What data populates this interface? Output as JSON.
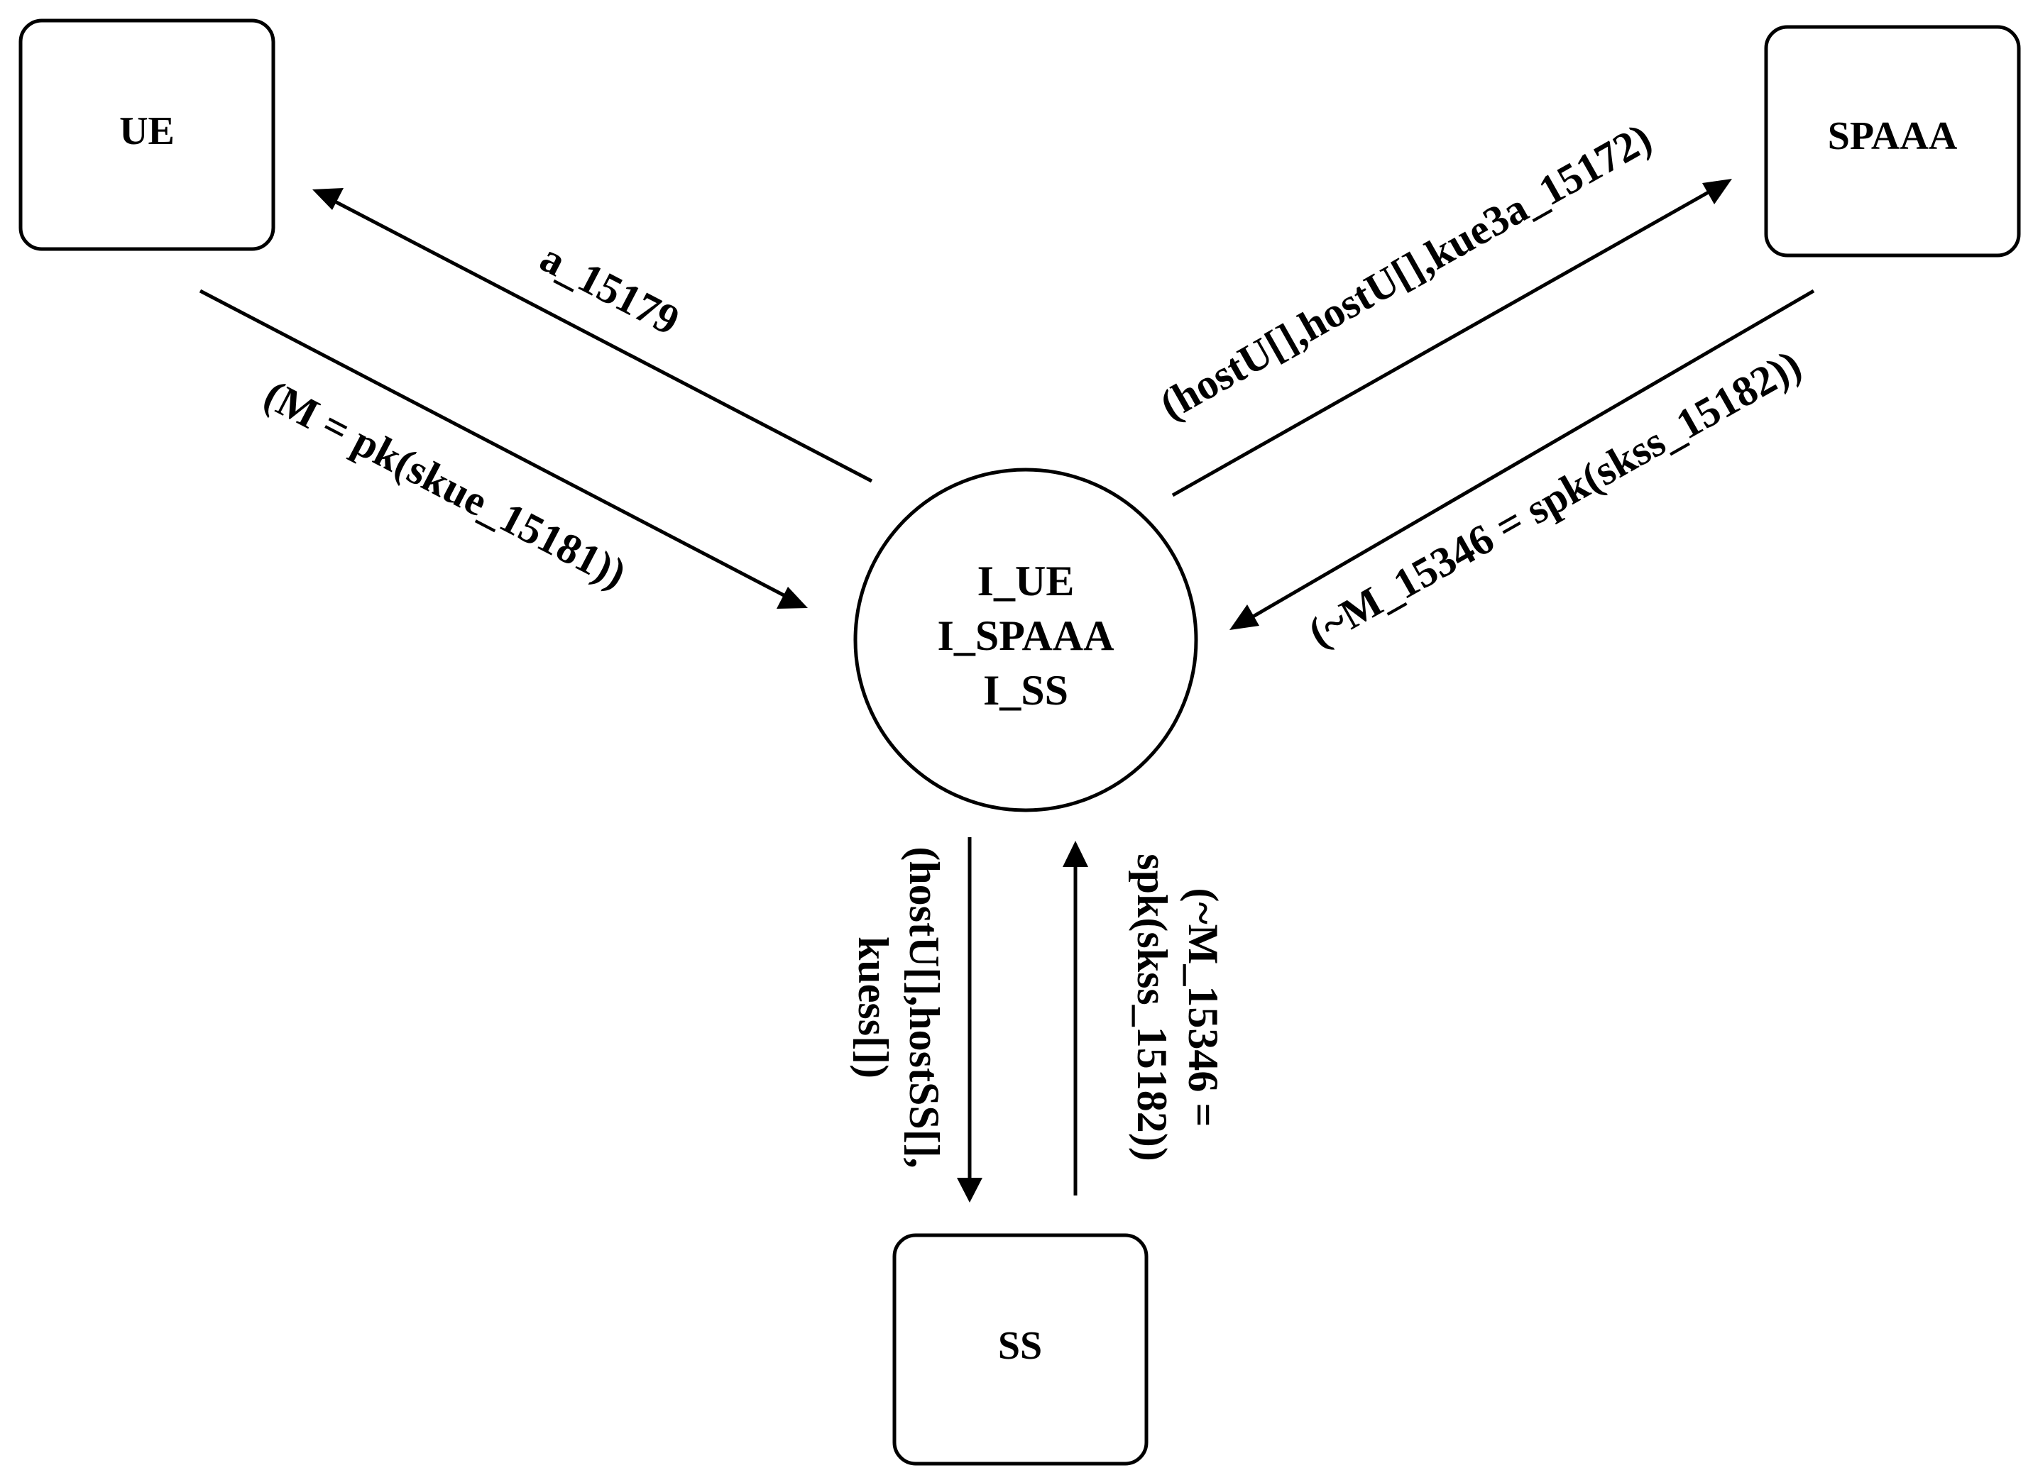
{
  "nodes": {
    "ue": "UE",
    "spaaa": "SPAAA",
    "ss": "SS",
    "intruder": [
      "I_UE",
      "I_SPAAA",
      "I_SS"
    ]
  },
  "edges": {
    "intruder_to_ue": "a_15179",
    "ue_to_intruder": "(M = pk(skue_15181))",
    "intruder_to_spaaa": "(hostU[],hostU[],kue3a_15172)",
    "spaaa_to_intruder": "(~M_15346 = spk(skss_15182))",
    "intruder_to_ss": [
      "(hostU[],hostSS[],",
      "kuess[])"
    ],
    "ss_to_intruder": [
      "(~M_15346 =",
      "spk(skss_15182))"
    ]
  }
}
